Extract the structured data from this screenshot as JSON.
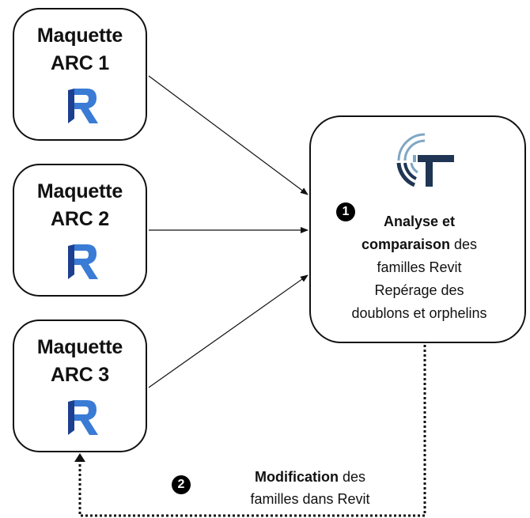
{
  "colors": {
    "stroke": "#111111",
    "revit_blue": "#3a7bd5",
    "revit_dark": "#1c3f8f",
    "logo_navy": "#1f3553",
    "logo_light": "#7fa7c4"
  },
  "models": [
    {
      "line1": "Maquette",
      "line2": "ARC 1",
      "icon": "revit-logo-icon"
    },
    {
      "line1": "Maquette",
      "line2": "ARC 2",
      "icon": "revit-logo-icon"
    },
    {
      "line1": "Maquette",
      "line2": "ARC 3",
      "icon": "revit-logo-icon"
    }
  ],
  "analysis": {
    "step_marker": "❶",
    "line1_bold": "Analyse et",
    "line2_bold": "comparaison",
    "line2_rest": " des",
    "line3": "familles Revit",
    "line4": "Repérage des",
    "line5": "doublons et orphelins",
    "icon": "tool-logo-icon"
  },
  "modification": {
    "step_marker": "❷",
    "line1_bold": "Modification",
    "line1_rest": " des",
    "line2": "familles  dans Revit"
  }
}
